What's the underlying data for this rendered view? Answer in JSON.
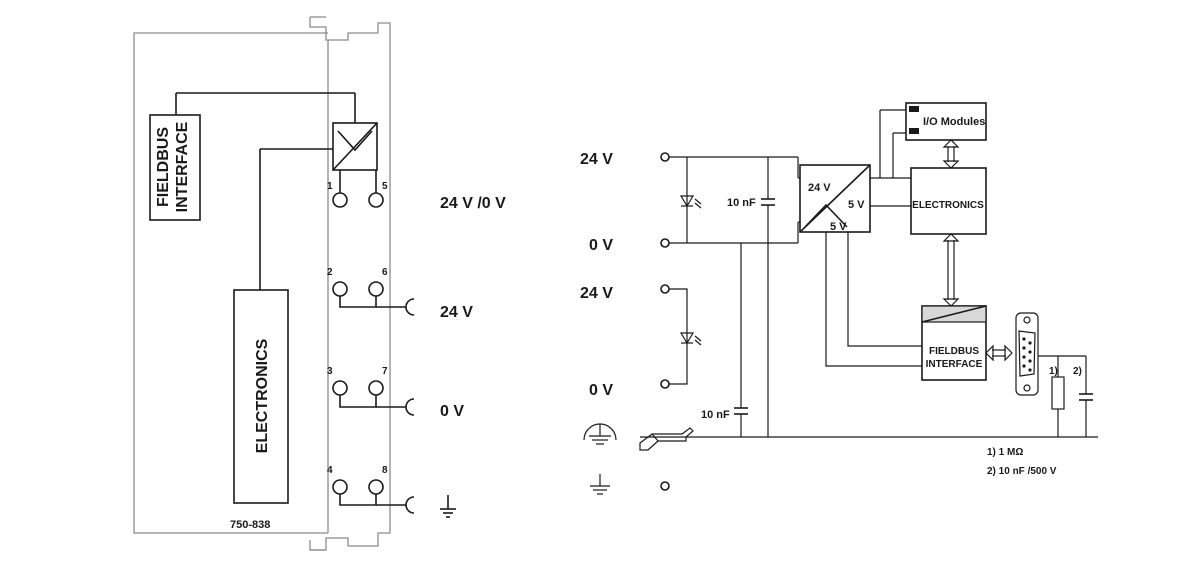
{
  "left": {
    "fieldbus_line1": "FIELDBUS",
    "fieldbus_line2": "INTERFACE",
    "electronics": "ELECTRONICS",
    "part_number": "750-838",
    "pins": [
      "1",
      "5",
      "2",
      "6",
      "3",
      "7",
      "4",
      "8"
    ],
    "label_supply": "24 V /0 V",
    "label_24v": "24 V",
    "label_0v": "0 V"
  },
  "right": {
    "label_24v_top": "24 V",
    "label_0v_top": "0 V",
    "label_24v_bottom": "24 V",
    "label_0v_bottom": "0 V",
    "cap1": "10 nF",
    "cap2": "10 nF",
    "converter_in": "24 V",
    "converter_out_a": "5 V",
    "converter_out_b": "5 V",
    "io_modules": "I/O Modules",
    "electronics": "ELECTRONICS",
    "fieldbus_line1": "FIELDBUS",
    "fieldbus_line2": "INTERFACE",
    "ref1": "1)",
    "ref2": "2)",
    "note1": "1) 1 MΩ",
    "note2": "2) 10 nF /500 V"
  }
}
